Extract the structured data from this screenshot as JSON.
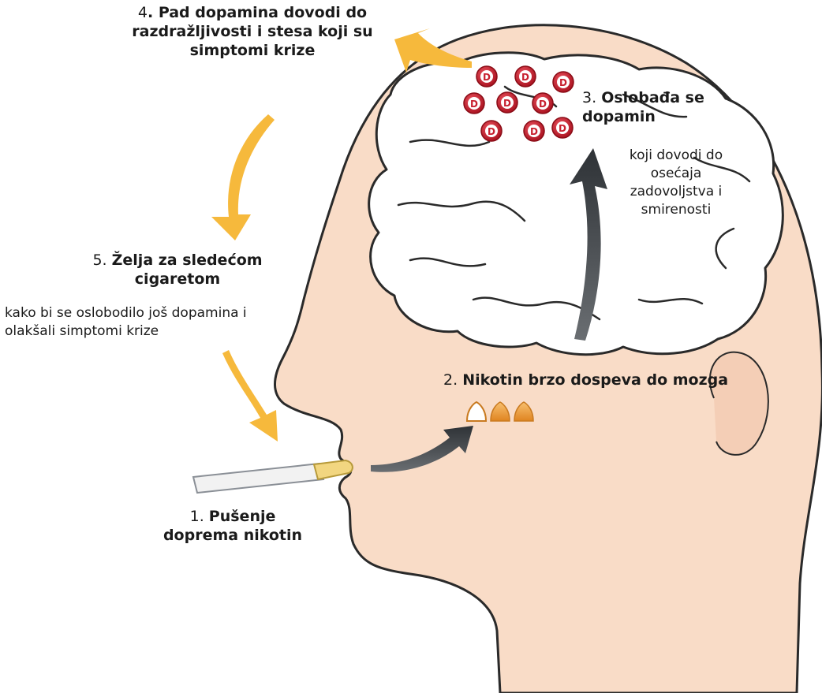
{
  "steps": [
    {
      "number": "1.",
      "title": "Pušenje doprema nikotin",
      "desc": ""
    },
    {
      "number": "2.",
      "title": "Nikotin brzo dospeva do mozga",
      "desc": ""
    },
    {
      "number": "3.",
      "title": "Oslobađa se dopamin",
      "desc": "koji dovodi do osećaja zadovoljstva i smirenosti"
    },
    {
      "number": "4",
      "title": ". Pad dopamina dovodi do razdražljivosti i stesa koji su simptomi krize",
      "desc": ""
    },
    {
      "number": "5.",
      "title": "Želja za sledećom cigaretom",
      "desc": "kako bi se oslobodilo još dopamina i olakšali simptomi krize"
    }
  ],
  "dopamine_marker": "D",
  "colors": {
    "skin": "#f9dcc7",
    "outline": "#2a2a2a",
    "brain": "#ffffff",
    "dopamine": "#c8202f",
    "nicotine": "#f2a033",
    "cycle_arrow": "#f6b93c",
    "neural_arrow": "#555a5f",
    "filter": "#f2d680"
  }
}
